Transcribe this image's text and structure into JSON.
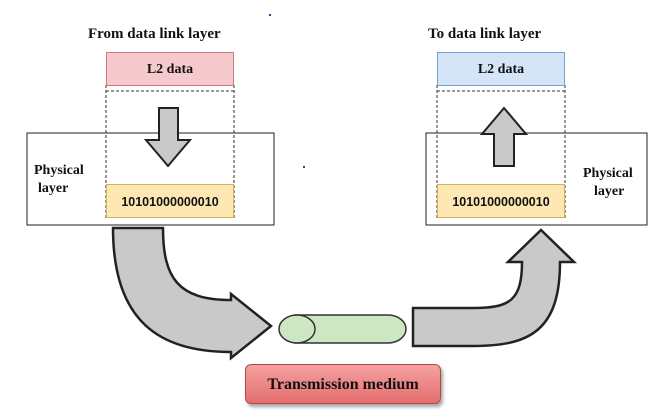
{
  "left": {
    "title": "From data link layer",
    "l2_label": "L2 data",
    "layer_line1": "Physical",
    "layer_line2": "layer",
    "bits": "10101000000010"
  },
  "right": {
    "title": "To data link layer",
    "l2_label": "L2 data",
    "layer_line1": "Physical",
    "layer_line2": "layer",
    "bits": "10101000000010"
  },
  "medium_label": "Transmission medium",
  "colors": {
    "left_l2_fill": "#f6c9cc",
    "left_l2_border": "#c97a80",
    "right_l2_fill": "#d5e5f8",
    "right_l2_border": "#7c9fd0",
    "bits_fill": "#fde8b4",
    "arrow_fill": "#c9c9c9",
    "cable_fill": "#cde6c4",
    "medium_fill": "#e46e6e"
  }
}
